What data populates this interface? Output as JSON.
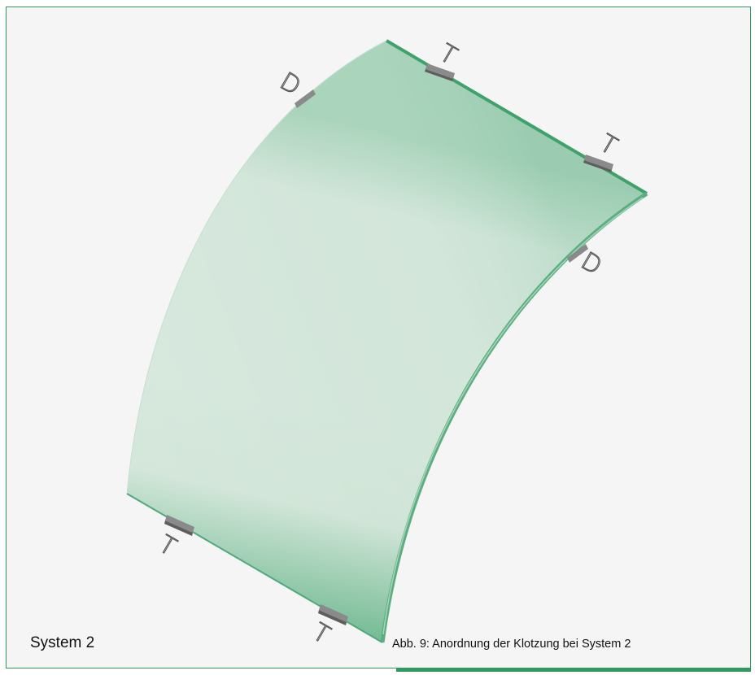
{
  "figure": {
    "system_label": "System 2",
    "caption": "Abb. 9: Anordnung der Klotzung bei System 2",
    "markers": [
      {
        "id": "top-1",
        "letter": "T"
      },
      {
        "id": "top-2",
        "letter": "T"
      },
      {
        "id": "left-1",
        "letter": "D"
      },
      {
        "id": "right-1",
        "letter": "D"
      },
      {
        "id": "bottom-1",
        "letter": "T"
      },
      {
        "id": "bottom-2",
        "letter": "T"
      }
    ]
  },
  "colors": {
    "glass_light": "#d3e6da",
    "glass_mid": "#9ccfb2",
    "glass_dark": "#4fa97a",
    "edge": "#3fa26b",
    "block": "#8a8a8a",
    "frame_border": "#2f9a5e",
    "background": "#f5f5f5"
  }
}
